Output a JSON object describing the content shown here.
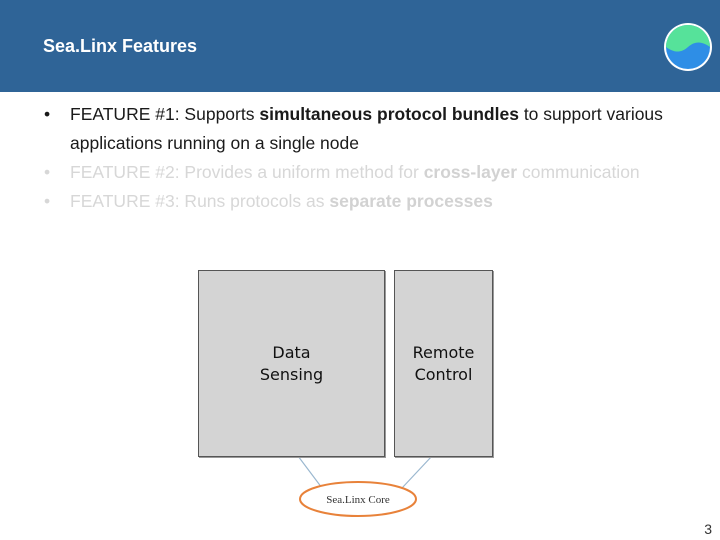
{
  "slide": {
    "title": "Sea.Linx Features",
    "page_number": "3",
    "bullets": [
      {
        "prefix": "FEATURE #1: Supports ",
        "bold": "simultaneous protocol bundles",
        "suffix": " to support various applications running on a single node",
        "state": "active"
      },
      {
        "prefix": "FEATURE #2: Provides a uniform method for ",
        "bold": "cross-layer",
        "suffix": " communication",
        "state": "dimmed"
      },
      {
        "prefix": "FEATURE #3: Runs protocols as ",
        "bold": "separate processes",
        "suffix": "",
        "state": "dimmed"
      }
    ],
    "bullet_char": "•"
  },
  "diagram": {
    "box_left_line1": "Data",
    "box_left_line2": "Sensing",
    "box_right_line1": "Remote",
    "box_right_line2": "Control",
    "core_label": "Sea.Linx Core"
  },
  "colors": {
    "header": "#2f6497",
    "box_fill": "#d4d4d4",
    "core_ellipse_stroke": "#e8823a",
    "connector": "#9ab7cf",
    "logo_blue": "#2e8ee6",
    "logo_green": "#56e29a"
  },
  "icons": {
    "logo": "yin-yang-logo-icon"
  }
}
